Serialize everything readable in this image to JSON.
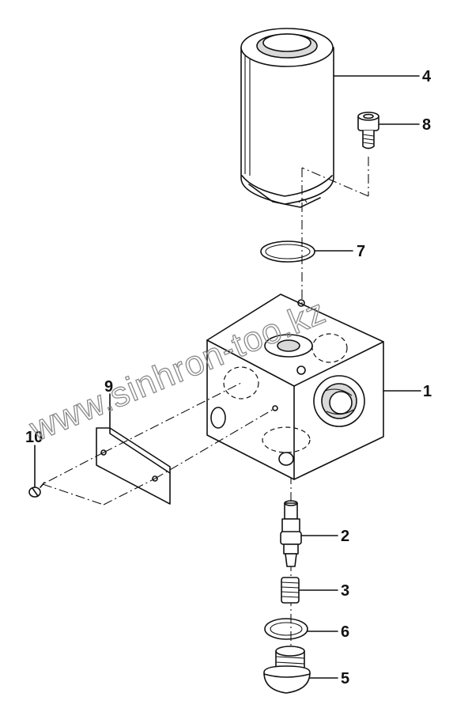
{
  "watermark": "www.sinhron-too.kz",
  "callouts": [
    {
      "id": "1",
      "text": "1"
    },
    {
      "id": "2",
      "text": "2"
    },
    {
      "id": "3",
      "text": "3"
    },
    {
      "id": "4",
      "text": "4"
    },
    {
      "id": "5",
      "text": "5"
    },
    {
      "id": "6",
      "text": "6"
    },
    {
      "id": "7",
      "text": "7"
    },
    {
      "id": "8",
      "text": "8"
    },
    {
      "id": "9",
      "text": "9"
    },
    {
      "id": "10",
      "text": "10"
    }
  ]
}
